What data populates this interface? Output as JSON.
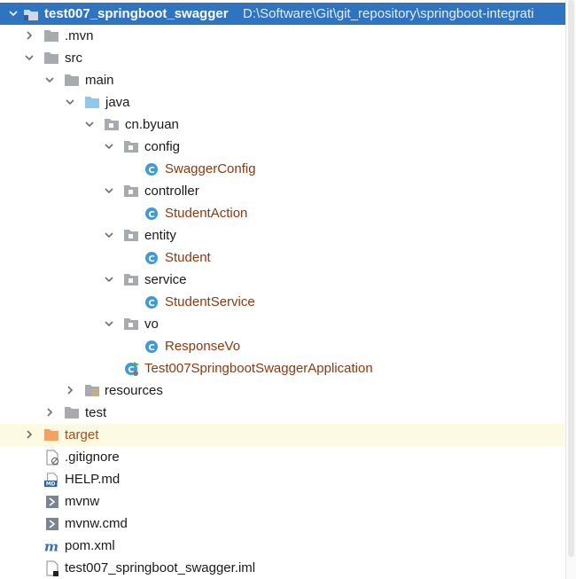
{
  "project": {
    "name": "test007_springboot_swagger",
    "path": "D:\\Software\\Git\\git_repository\\springboot-integrati"
  },
  "tree": {
    "mvn": ".mvn",
    "src": "src",
    "main": "main",
    "java": "java",
    "package": "cn.byuan",
    "config": "config",
    "swagger_config": "SwaggerConfig",
    "controller": "controller",
    "student_action": "StudentAction",
    "entity": "entity",
    "student": "Student",
    "service": "service",
    "student_service": "StudentService",
    "vo": "vo",
    "response_vo": "ResponseVo",
    "application": "Test007SpringbootSwaggerApplication",
    "resources": "resources",
    "test": "test",
    "target": "target",
    "gitignore": ".gitignore",
    "help": "HELP.md",
    "mvnw": "mvnw",
    "mvnw_cmd": "mvnw.cmd",
    "pom": "pom.xml",
    "iml": "test007_springboot_swagger.iml"
  },
  "icons": {
    "chevron_down": "chevron-down-icon",
    "chevron_right": "chevron-right-icon",
    "folder": "folder-icon",
    "package": "package-icon",
    "class": "class-icon",
    "spring_app": "spring-boot-class-icon",
    "md_badge": "MD"
  },
  "colors": {
    "selection": "#2f74c0",
    "folder": "#a7abb0",
    "source_folder": "#8fc8eb",
    "excluded_folder": "#f4a261",
    "class_badge": "#3f9bd8",
    "class_text": "#8a3a0e"
  }
}
